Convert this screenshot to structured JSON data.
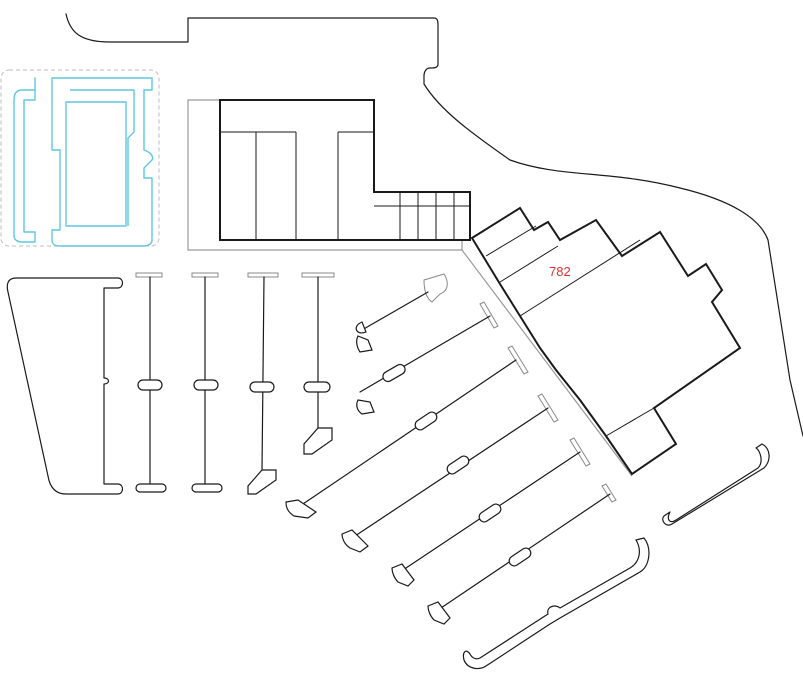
{
  "map": {
    "building_label": "782",
    "colors": {
      "label": "#e03030",
      "highlight": "#5ec8e0",
      "line": "#1a1a1a"
    },
    "icons": [
      "parking-lot-outline",
      "building-footprint",
      "highlighted-parcel"
    ]
  }
}
